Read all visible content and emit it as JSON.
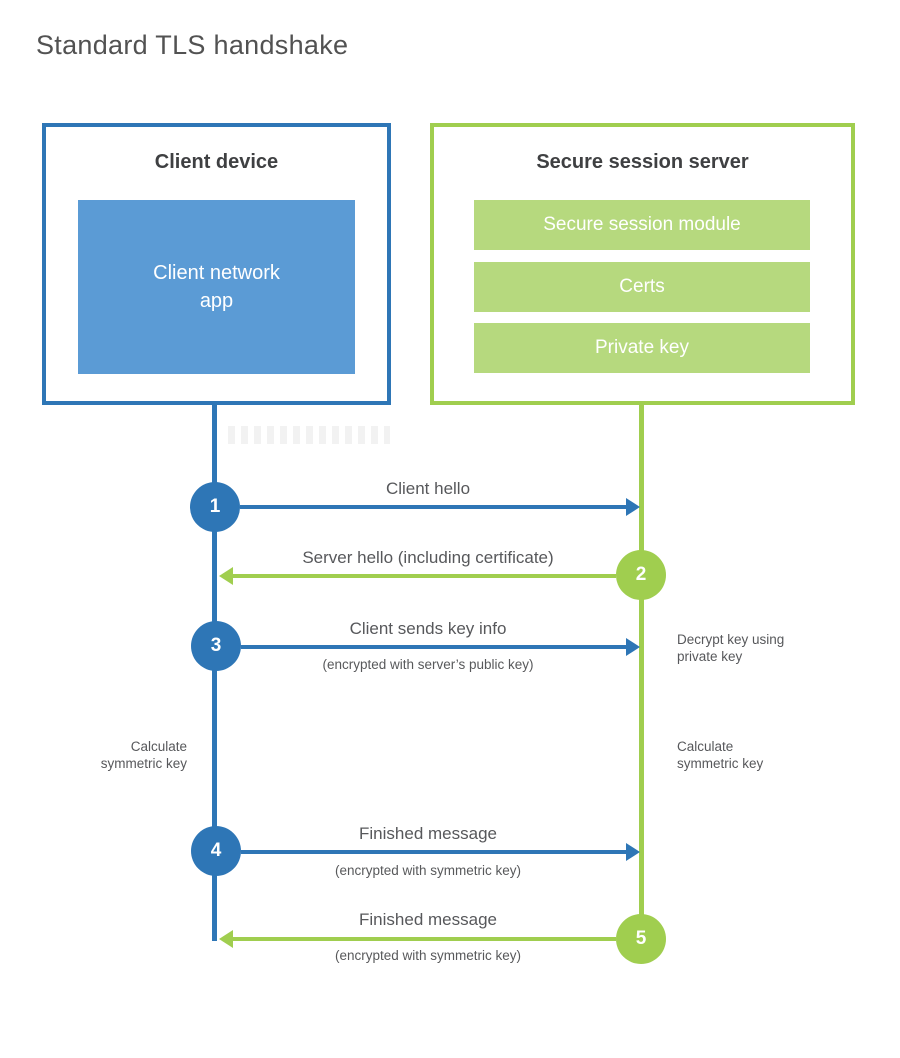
{
  "title": "Standard TLS handshake",
  "colors": {
    "client_accent": "#2e76b6",
    "client_fill": "#5b9bd5",
    "server_accent": "#a0ce4f",
    "server_fill": "#b6d97e",
    "text_dark": "#3f4042",
    "text_gray": "#57585b"
  },
  "client": {
    "title": "Client device",
    "app": {
      "line1": "Client network",
      "line2": "app"
    }
  },
  "server": {
    "title": "Secure session server",
    "modules": [
      {
        "label": "Secure session module"
      },
      {
        "label": "Certs"
      },
      {
        "label": "Private key"
      }
    ]
  },
  "messages": [
    {
      "num": "1",
      "label": "Client hello",
      "direction": "client-to-server"
    },
    {
      "num": "2",
      "label": "Server hello (including certificate)",
      "direction": "server-to-client"
    },
    {
      "num": "3",
      "label": "Client sends key info",
      "sub": "(encrypted with server’s public key)",
      "direction": "client-to-server"
    },
    {
      "num": "4",
      "label": "Finished message",
      "sub": "(encrypted with symmetric key)",
      "direction": "client-to-server"
    },
    {
      "num": "5",
      "label": "Finished message",
      "sub": "(encrypted with symmetric key)",
      "direction": "server-to-client"
    }
  ],
  "notes": {
    "decrypt": {
      "line1": "Decrypt key using",
      "line2": "private key"
    },
    "calc_left": {
      "line1": "Calculate",
      "line2": "symmetric key"
    },
    "calc_right": {
      "line1": "Calculate",
      "line2": "symmetric key"
    }
  }
}
